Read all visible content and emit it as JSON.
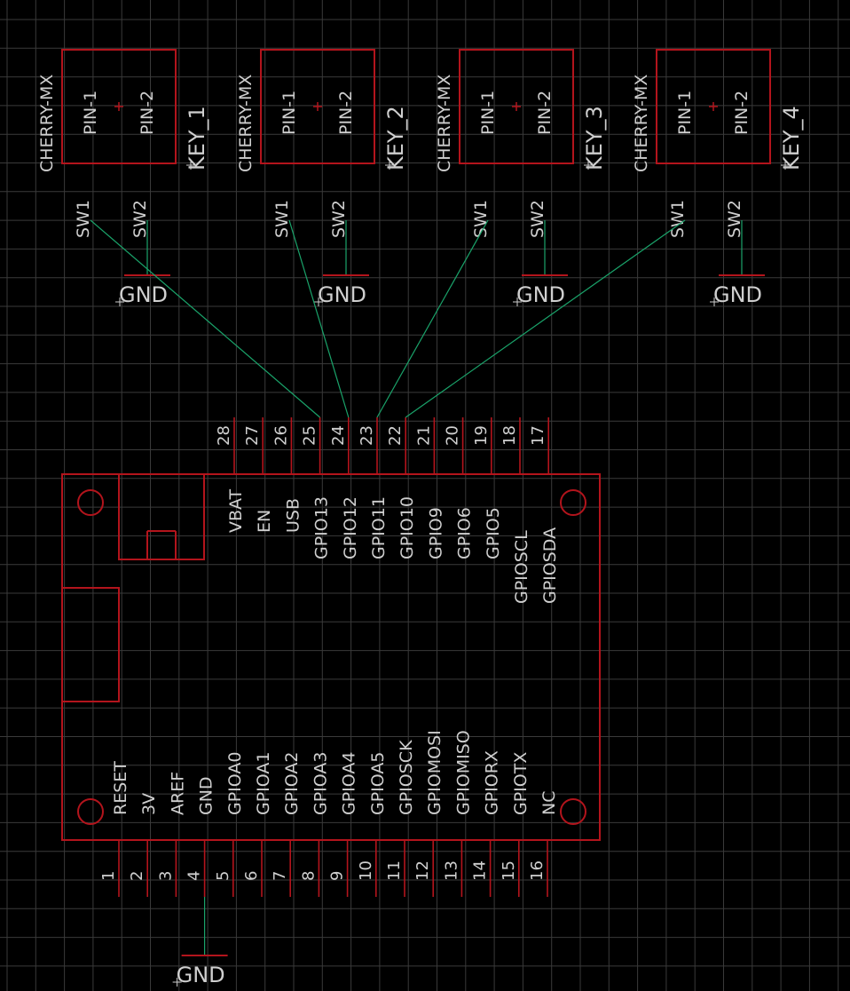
{
  "switches": [
    {
      "name": "KEY_1",
      "part": "CHERRY-MX",
      "pin1": "PIN-1",
      "pin2": "PIN-2",
      "sw1": "SW1",
      "sw2": "SW2",
      "gnd": "GND"
    },
    {
      "name": "KEY_2",
      "part": "CHERRY-MX",
      "pin1": "PIN-1",
      "pin2": "PIN-2",
      "sw1": "SW1",
      "sw2": "SW2",
      "gnd": "GND"
    },
    {
      "name": "KEY_3",
      "part": "CHERRY-MX",
      "pin1": "PIN-1",
      "pin2": "PIN-2",
      "sw1": "SW1",
      "sw2": "SW2",
      "gnd": "GND"
    },
    {
      "name": "KEY_4",
      "part": "CHERRY-MX",
      "pin1": "PIN-1",
      "pin2": "PIN-2",
      "sw1": "SW1",
      "sw2": "SW2",
      "gnd": "GND"
    }
  ],
  "board": {
    "top_pin_numbers": [
      "28",
      "27",
      "26",
      "25",
      "24",
      "23",
      "22",
      "21",
      "20",
      "19",
      "18",
      "17"
    ],
    "top_pin_labels": [
      "VBAT",
      "EN",
      "USB",
      "GPIO13",
      "GPIO12",
      "GPIO11",
      "GPIO10",
      "GPIO9",
      "GPIO6",
      "GPIO5",
      "GPIOSCL",
      "GPIOSDA"
    ],
    "bottom_pin_numbers": [
      "1",
      "2",
      "3",
      "4",
      "5",
      "6",
      "7",
      "8",
      "9",
      "10",
      "11",
      "12",
      "13",
      "14",
      "15",
      "16"
    ],
    "bottom_pin_labels": [
      "RESET",
      "3V",
      "AREF",
      "GND",
      "GPIOA0",
      "GPIOA1",
      "GPIOA2",
      "GPIOA3",
      "GPIOA4",
      "GPIOA5",
      "GPIOSCK",
      "GPIOMOSI",
      "GPIOMISO",
      "GPIORX",
      "GPIOTX",
      "NC"
    ],
    "gnd": "GND"
  },
  "colors": {
    "background": "#000000",
    "grid": "#3a3a3a",
    "symbol": "#b3141c",
    "wire": "#1aa36a",
    "text": "#cfcfcf"
  }
}
